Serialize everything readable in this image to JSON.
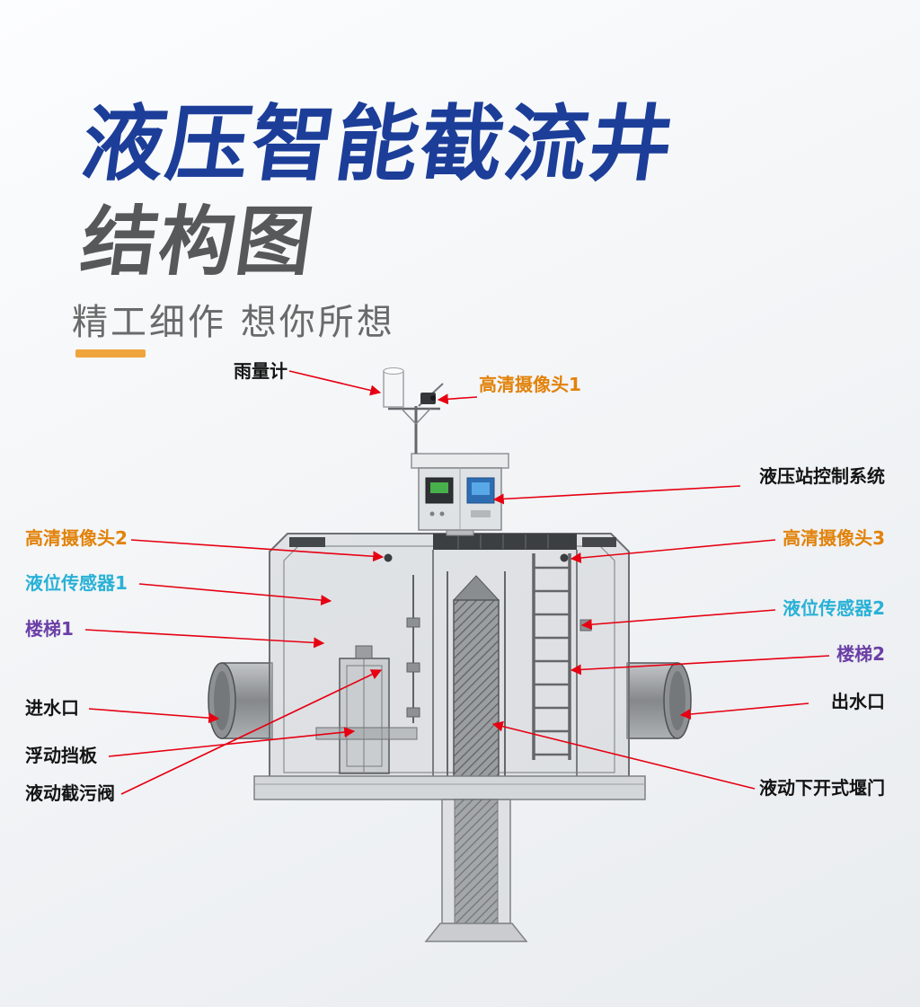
{
  "page": {
    "title": "液压智能截流井",
    "subtitle": "结构图",
    "tagline": "精工细作 想你所想"
  },
  "colors": {
    "title_blue": "#1c3e99",
    "subtitle_gray": "#57585a",
    "tagline_gray": "#6a6a6a",
    "accent_orange": "#f0a43c",
    "label_orange": "#e2820a",
    "label_cyan": "#29b1d6",
    "label_purple": "#6b3fa6",
    "label_black": "#141414",
    "arrow_red": "#e60012"
  },
  "labels": {
    "rain_gauge": "雨量计",
    "hd_camera_1": "高清摄像头1",
    "hydraulic_control_system": "液压站控制系统",
    "hd_camera_2": "高清摄像头2",
    "hd_camera_3": "高清摄像头3",
    "level_sensor_1": "液位传感器1",
    "level_sensor_2": "液位传感器2",
    "stairs_1": "楼梯1",
    "stairs_2": "楼梯2",
    "inlet": "进水口",
    "outlet": "出水口",
    "floating_baffle": "浮动挡板",
    "hydraulic_interception_valve": "液动截污阀",
    "hydraulic_weir_gate": "液动下开式堰门"
  }
}
